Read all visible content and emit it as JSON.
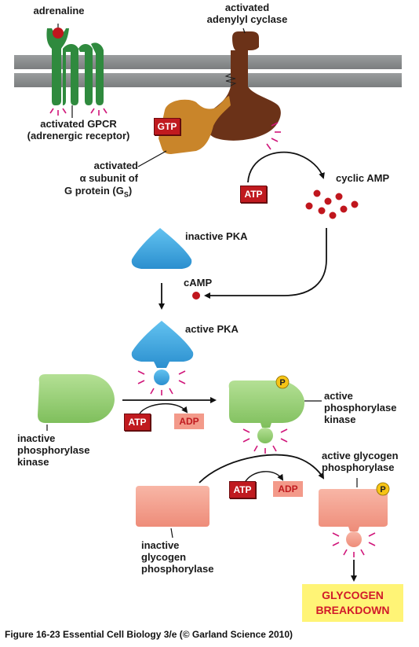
{
  "labels": {
    "adrenaline": "adrenaline",
    "activated_adenylyl_cyclase": "activated\nadenylyl cyclase",
    "activated_gpcr": "activated GPCR\n(adrenergic receptor)",
    "alpha_subunit_line1": "activated",
    "alpha_subunit_line2": "α subunit of",
    "alpha_subunit_line3": "G protein (G",
    "alpha_subunit_sub": "S",
    "alpha_subunit_end": ")",
    "cyclic_amp": "cyclic AMP",
    "inactive_pka": "inactive PKA",
    "camp": "cAMP",
    "active_pka": "active PKA",
    "active_phosphorylase_kinase": "active\nphosphorylase\nkinase",
    "inactive_phosphorylase_kinase": "inactive\nphosphorylase\nkinase",
    "active_glycogen_phosphorylase": "active glycogen\nphosphorylase",
    "inactive_glycogen_phosphorylase": "inactive\nglycogen\nphosphorylase",
    "glycogen_breakdown": "GLYCOGEN\nBREAKDOWN"
  },
  "tags": {
    "gtp": "GTP",
    "atp_1": "ATP",
    "atp_2": "ATP",
    "adp_2": "ADP",
    "atp_3": "ATP",
    "adp_3": "ADP"
  },
  "phosphate_label": "P",
  "caption": "Figure 16-23  Essential Cell Biology 3/e (© Garland Science 2010)",
  "colors": {
    "membrane": "#8a8d8e",
    "gpcr_green": "#2f8a3e",
    "adenylyl_cyclase_brown": "#6b3218",
    "g_protein_orange": "#c9852a",
    "pka_blue": "#3aa0dc",
    "kinase_green": "#93cf72",
    "phosphorylase_salmon": "#f4a08f",
    "camp_red": "#c0161d",
    "phosphate_yellow": "#f6c416",
    "glow_magenta": "#d0167a",
    "breakdown_yellow": "#fff476",
    "breakdown_text": "#d11a2a"
  }
}
